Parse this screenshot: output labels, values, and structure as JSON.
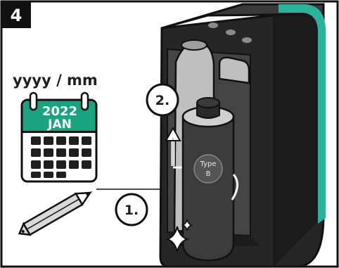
{
  "step_number": "4",
  "date_format": "yyyy / mm",
  "calendar": {
    "year": "2022",
    "month": "JAN"
  },
  "callouts": {
    "first": "1.",
    "second": "2."
  },
  "filter_label": {
    "line1": "Type",
    "line2": "B"
  },
  "colors": {
    "accent_green": "#1aa37f",
    "teal_stripe": "#2bb39a",
    "machine_dark": "#262626",
    "machine_top": "#3a3a3a",
    "filter_body": "#3c3c3c",
    "bottle_grey": "#bfbfbf",
    "outline": "#111111"
  },
  "icons": [
    "calendar-icon",
    "pencil-icon",
    "sparkle-icon",
    "up-arrow-icon",
    "filter-dial-icon"
  ]
}
